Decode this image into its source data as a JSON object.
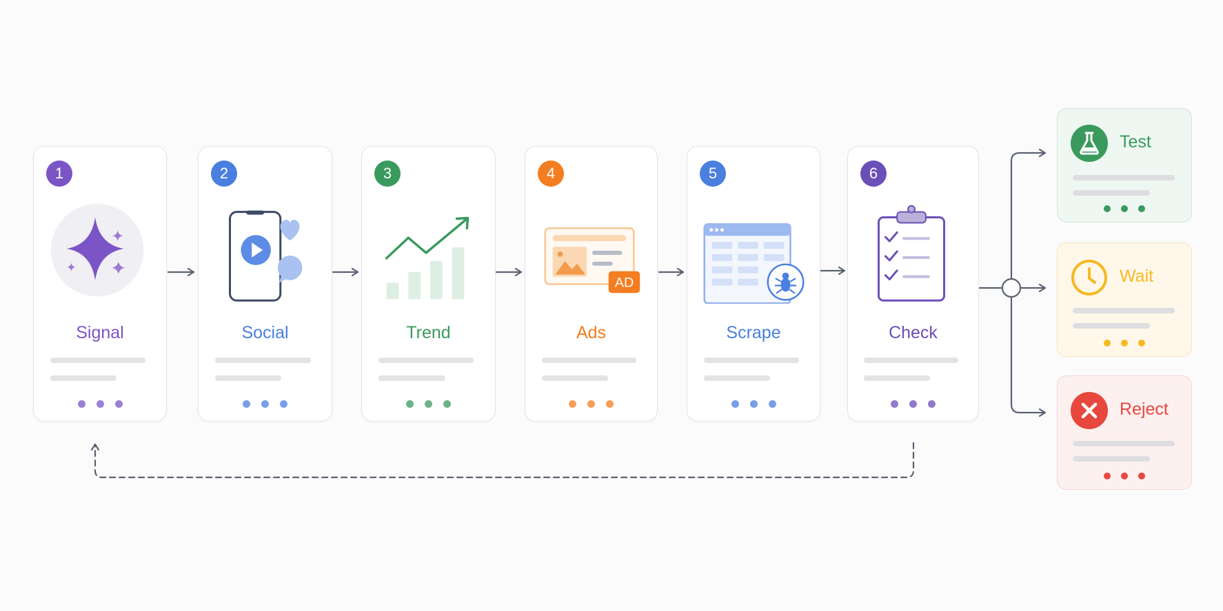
{
  "steps": [
    {
      "number": "1",
      "label": "Signal",
      "icon": "sparkle-icon",
      "color": "#7b55c6"
    },
    {
      "number": "2",
      "label": "Social",
      "icon": "social-phone-icon",
      "color": "#4a7fe0"
    },
    {
      "number": "3",
      "label": "Trend",
      "icon": "trend-chart-icon",
      "color": "#3a9a5e"
    },
    {
      "number": "4",
      "label": "Ads",
      "icon": "ad-banner-icon",
      "color": "#f47d20",
      "icon_text": "AD"
    },
    {
      "number": "5",
      "label": "Scrape",
      "icon": "web-scrape-bug-icon",
      "color": "#4a7fe0"
    },
    {
      "number": "6",
      "label": "Check",
      "icon": "clipboard-check-icon",
      "color": "#6b4fb8"
    }
  ],
  "outcomes": [
    {
      "label": "Test",
      "icon": "flask-icon",
      "color": "#3a9a5e",
      "bg": "#eef7f1",
      "border": "#cfe6d7"
    },
    {
      "label": "Wait",
      "icon": "clock-icon",
      "color": "#f5b921",
      "bg": "#fff8ea",
      "border": "#f8e2b4"
    },
    {
      "label": "Reject",
      "icon": "x-circle-icon",
      "color": "#e8473e",
      "bg": "#fdf1f0",
      "border": "#f6d2cf"
    }
  ],
  "colors": {
    "arrow": "#5a6170",
    "bar": "#e3e3e6"
  }
}
